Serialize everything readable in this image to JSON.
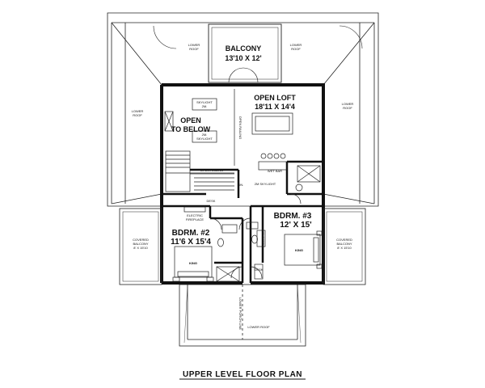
{
  "balcony": {
    "name": "BALCONY",
    "size": "13'10 X 12'"
  },
  "open_loft": {
    "name": "OPEN LOFT",
    "size": "18'11 X 14'4"
  },
  "open_to_below": {
    "line1": "OPEN",
    "line2": "TO BELOW"
  },
  "bedroom2": {
    "name": "BDRM. #2",
    "size": "11'6 X 15'4",
    "bed": "KING"
  },
  "bedroom3": {
    "name": "BDRM. #3",
    "size": "12' X 15'",
    "bed": "KING"
  },
  "roofs": {
    "lower_roof": "LOWER ROOF",
    "lower_roof_top_line1": "LOWER",
    "lower_roof_top_line2": "ROOF"
  },
  "covered_balcony": {
    "line1": "COVERED",
    "line2": "BALCONY",
    "size": "8' X 15'10"
  },
  "small_labels": {
    "skylight": "SKYLIGHT",
    "skylight_2": "2M.",
    "skylight_2m": "2M SKYLIGHT",
    "open_railing": "OPEN RAILING",
    "wet_bar": "WET BAR",
    "desk": "DESK",
    "electric_fireplace_line1": "ELECTRIC",
    "electric_fireplace_line2": "FIREPLACE",
    "closet": "CLOSET",
    "dn": "DN.",
    "lower_porch_line": "LOWER PORCH LINE"
  },
  "plan_title": "UPPER LEVEL FLOOR PLAN"
}
